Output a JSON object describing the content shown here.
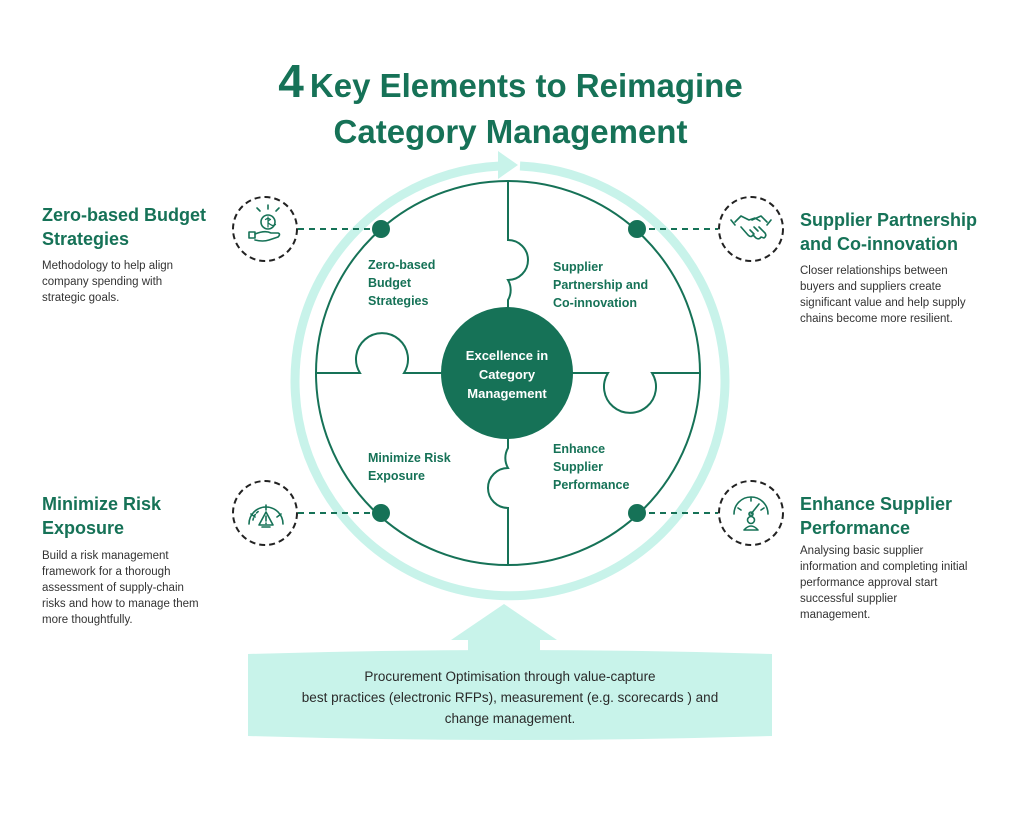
{
  "title": {
    "number": "4",
    "line1": "Key Elements to Reimagine",
    "line2": "Category Management"
  },
  "center": {
    "label": "Excellence in Category Management",
    "color": "#167257"
  },
  "colors": {
    "primary": "#167257",
    "accent_light": "#c8f3ea",
    "text": "#333333"
  },
  "pieces": [
    {
      "label": "Zero-based Budget Strategies"
    },
    {
      "label": "Supplier Partnership and Co-innovation"
    },
    {
      "label": "Minimize Risk Exposure"
    },
    {
      "label": "Enhance Supplier Performance"
    }
  ],
  "elements": [
    {
      "title": "Zero-based Budget Strategies",
      "description": "Methodology to help align company spending with strategic goals.",
      "icon": "money-hand-icon"
    },
    {
      "title": "Supplier Partnership and Co-innovation",
      "description": "Closer relationships between buyers and suppliers create significant value and help supply chains become more resilient.",
      "icon": "handshake-icon"
    },
    {
      "title": "Minimize Risk Exposure",
      "description": "Build a risk management framework for a thorough assessment of supply-chain risks and how to manage them more thoughtfully.",
      "icon": "risk-gauge-icon"
    },
    {
      "title": "Enhance Supplier Performance",
      "description": "Analysing basic supplier information and completing initial performance approval start successful supplier management.",
      "icon": "performance-gauge-icon"
    }
  ],
  "banner": {
    "line1": "Procurement Optimisation through value-capture",
    "line2": "best practices (electronic RFPs), measurement (e.g. scorecards ) and",
    "line3": "change management."
  }
}
